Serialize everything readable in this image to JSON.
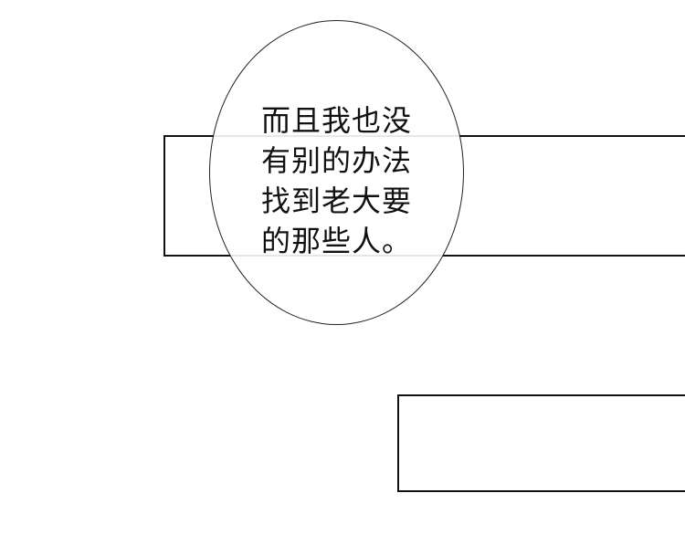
{
  "speech_bubble": {
    "lines": [
      "而且我也没",
      "有别的办法",
      "找到老大要",
      "的那些人。"
    ]
  }
}
